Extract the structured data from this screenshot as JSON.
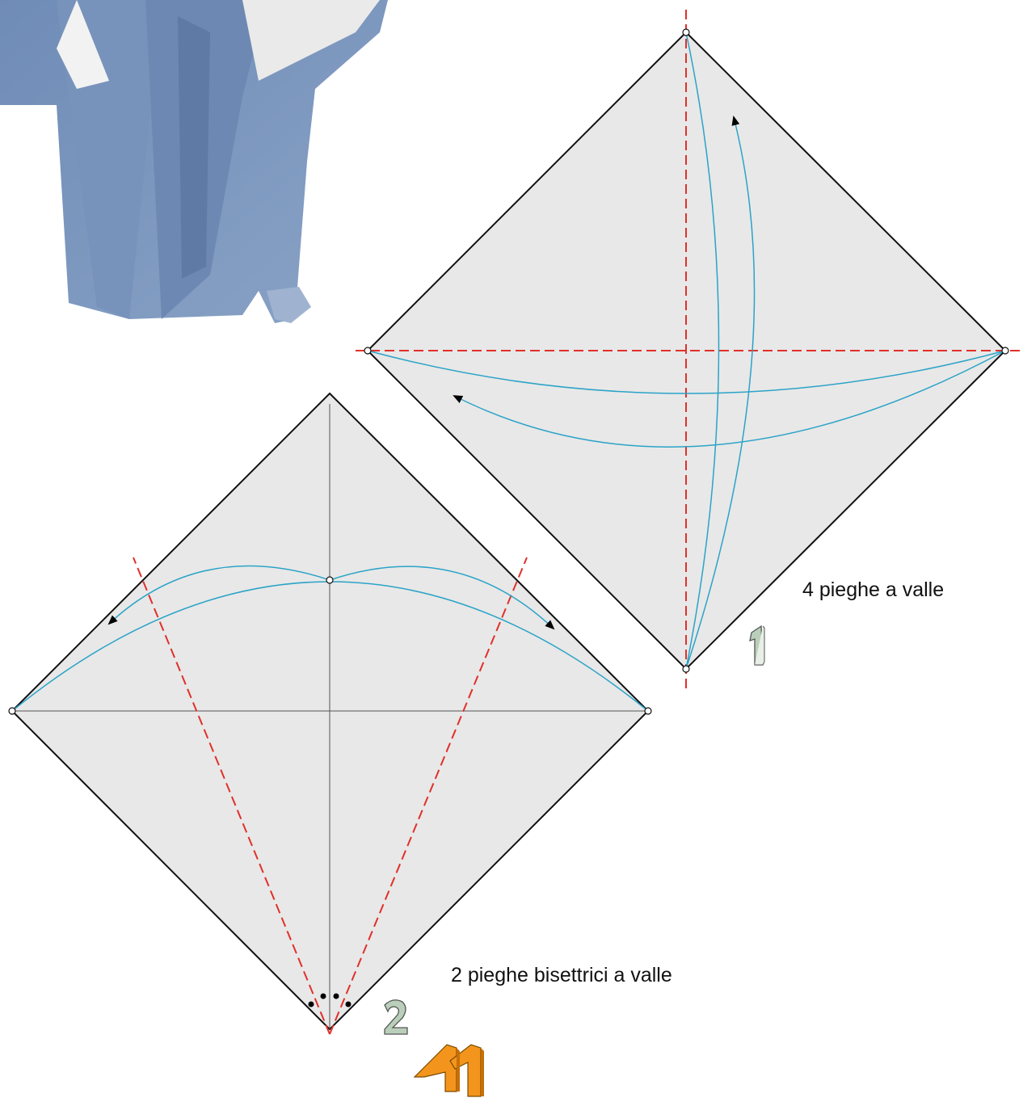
{
  "photo": {
    "description_icon": "origami-elephant-leg-photo",
    "paper_color": "#7d97bd"
  },
  "steps": [
    {
      "number": "1",
      "caption": "4 pieghe a valle",
      "badge_color": "#b9cfb9"
    },
    {
      "number": "2",
      "caption": "2 pieghe bisettrici a valle",
      "badge_color": "#b9cfb9"
    }
  ],
  "logo": {
    "text": "41",
    "color": "#f3951c"
  },
  "colors": {
    "paper": "#e8e8e8",
    "paper_edge": "#111111",
    "valley_fold": "#e0302a",
    "arrow_path": "#2aa3c7",
    "crease": "#555555"
  }
}
